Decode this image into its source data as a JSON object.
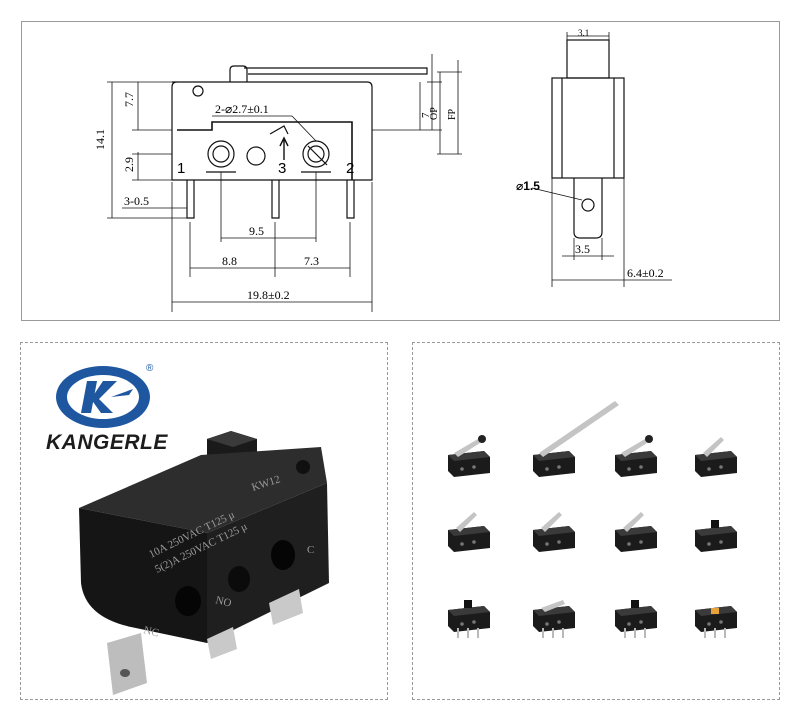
{
  "drawing": {
    "dim_overall_height": "14.1",
    "dim_upper_height": "7.7",
    "dim_lower_height": "2.9",
    "dim_hole_spec": "2-⌀2.7±0.1",
    "dim_pin_offset": "3-0.5",
    "dim_pin_1_3": "9.5",
    "dim_pin_1_gap": "8.8",
    "dim_pin_3_2": "7.3",
    "dim_total_length": "19.8±0.2",
    "dim_lever_7": "7",
    "dim_op": "OP",
    "dim_fp": "FP",
    "terminal_1": "1",
    "terminal_2": "2",
    "terminal_3": "3",
    "side_top_width": "3.1",
    "side_hole": "⌀1.5",
    "side_pin_width": "3.5",
    "side_total_width": "6.4±0.2"
  },
  "brand": {
    "name": "KANGERLE",
    "registered_mark": "®",
    "logo_color": "#1e56a0"
  },
  "product_photo": {
    "model": "KW12",
    "rating_line_1": "10A 250VAC T125 μ",
    "rating_line_2": "5(2)A 250VAC T125 μ",
    "label_nc": "NC",
    "label_no": "NO",
    "label_c": "C"
  },
  "gallery": {
    "variants": [
      "roller-lever-short",
      "long-straight-lever",
      "roller-lever",
      "short-hinge-lever",
      "hinge-lever-up",
      "simulated-roller-lever",
      "short-lever",
      "pin-plunger",
      "plunger-top",
      "pcb-short-lever",
      "pcb-pin-plunger",
      "orange-button"
    ]
  }
}
